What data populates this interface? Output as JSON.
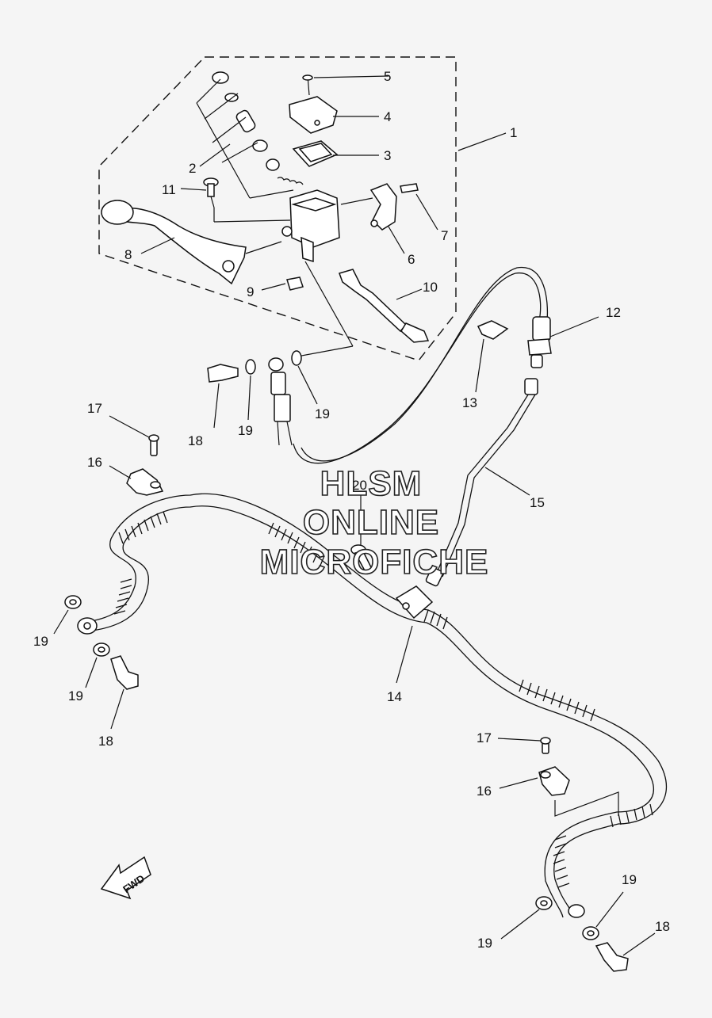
{
  "diagram": {
    "watermark": {
      "line1": "HLSM",
      "line2": "ONLINE",
      "line3": "MICROFICHE"
    },
    "direction_arrow": {
      "label": "FWD"
    },
    "callouts": {
      "c1": "1",
      "c2": "2",
      "c3": "3",
      "c4": "4",
      "c5": "5",
      "c6": "6",
      "c7": "7",
      "c8": "8",
      "c9": "9",
      "c10": "10",
      "c11": "11",
      "c12": "12",
      "c13": "13",
      "c14": "14",
      "c15": "15",
      "c16a": "16",
      "c16b": "16",
      "c17a": "17",
      "c17b": "17",
      "c18a": "18",
      "c18b": "18",
      "c18c": "18",
      "c19a": "19",
      "c19b": "19",
      "c19c": "19",
      "c19d": "19",
      "c19e": "19",
      "c19f": "19",
      "c20": "20"
    }
  }
}
